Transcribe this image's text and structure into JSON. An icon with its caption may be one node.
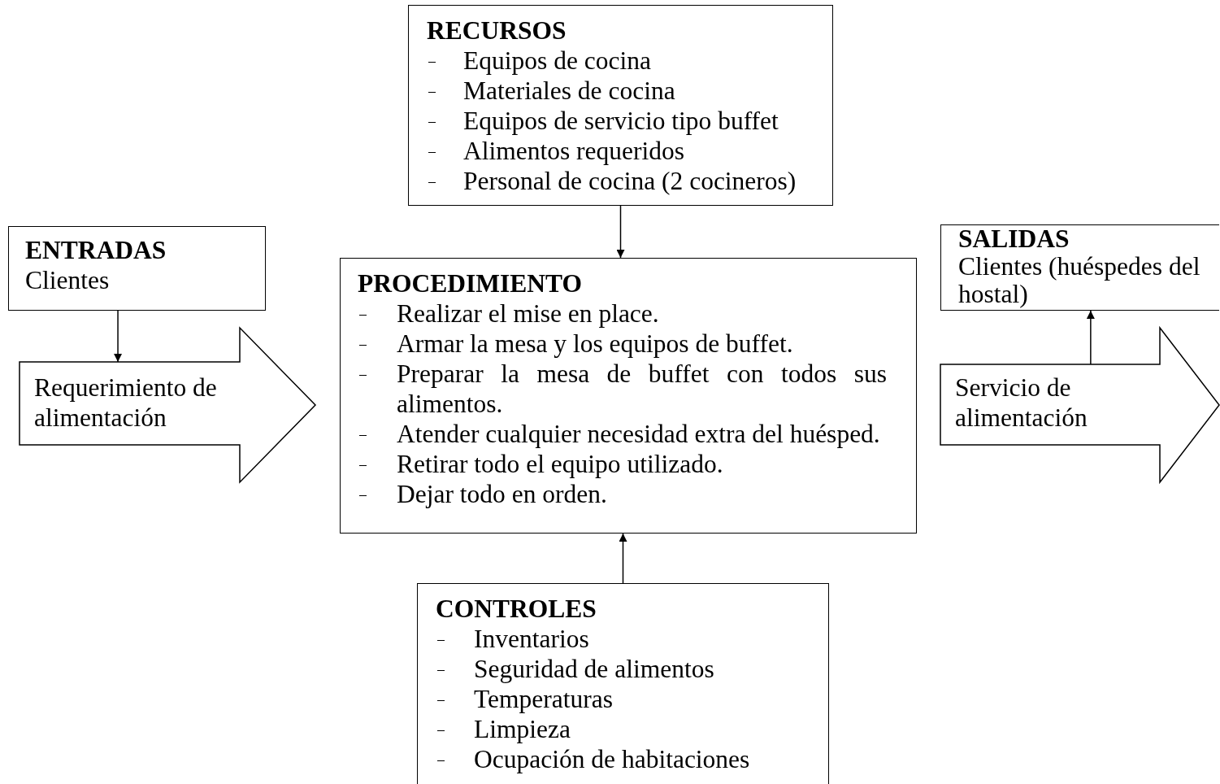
{
  "diagram": {
    "nodes": [
      {
        "text": [
          "RECURSOS",
          "Equipos de cocina",
          "Materiales de cocina",
          "Equipos de servicio tipo buffet",
          "Alimentos requeridos",
          "Personal de cocina (2 cocineros)"
        ]
      },
      {
        "text": [
          "ENTRADAS",
          "Clientes"
        ]
      },
      {
        "text": [
          "PROCEDIMIENTO",
          "Realizar el mise en place.",
          "Armar la mesa y los equipos de buffet.",
          "Preparar la mesa de buffet con todos sus alimentos.",
          "Atender cualquier necesidad extra del huésped.",
          "Retirar todo el equipo utilizado.",
          "Dejar todo en orden."
        ]
      },
      {
        "text": [
          "SALIDAS",
          "Clientes (huéspedes del hostal)"
        ]
      },
      {
        "text": [
          "CONTROLES",
          "Inventarios",
          "Seguridad de alimentos",
          "Temperaturas",
          "Limpieza",
          "Ocupación de habitaciones"
        ]
      }
    ],
    "edges": [
      {
        "from": 0,
        "to": 2,
        "arrow": "to"
      },
      {
        "from": 1,
        "to": null,
        "arrow": "to"
      },
      {
        "from": 1,
        "to": 2,
        "arrow": "to",
        "style": "thick",
        "label": "Requerimiento de alimentación"
      },
      {
        "from": 2,
        "to": 3,
        "arrow": "to",
        "style": "thick",
        "label": "Servicio de alimentación"
      },
      {
        "from": null,
        "to": 3,
        "arrow": "to"
      },
      {
        "from": 4,
        "to": 2,
        "arrow": "to"
      }
    ]
  }
}
